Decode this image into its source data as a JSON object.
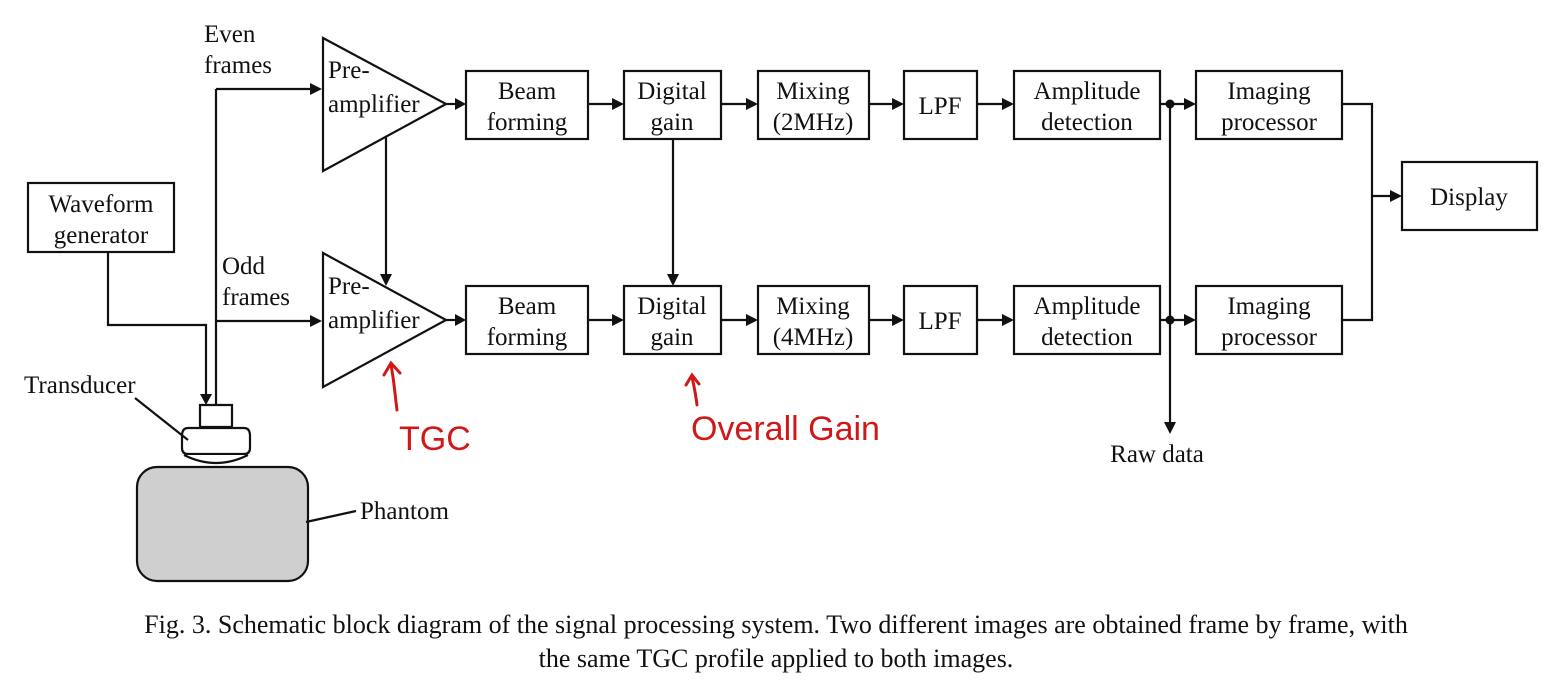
{
  "labels": {
    "even_frames_1": "Even",
    "even_frames_2": "frames",
    "odd_frames_1": "Odd",
    "odd_frames_2": "frames",
    "transducer": "Transducer",
    "phantom": "Phantom",
    "raw_data": "Raw data"
  },
  "blocks": {
    "waveform": [
      "Waveform",
      "generator"
    ],
    "preamp_top": [
      "Pre-",
      "amplifier"
    ],
    "preamp_bottom": [
      "Pre-",
      "amplifier"
    ],
    "beam_top": [
      "Beam",
      "forming"
    ],
    "beam_bottom": [
      "Beam",
      "forming"
    ],
    "gain_top": [
      "Digital",
      "gain"
    ],
    "gain_bottom": [
      "Digital",
      "gain"
    ],
    "mix_top": [
      "Mixing",
      "(2MHz)"
    ],
    "mix_bottom": [
      "Mixing",
      "(4MHz)"
    ],
    "lpf_top": "LPF",
    "lpf_bottom": "LPF",
    "amp_top": [
      "Amplitude",
      "detection"
    ],
    "amp_bottom": [
      "Amplitude",
      "detection"
    ],
    "img_top": [
      "Imaging",
      "processor"
    ],
    "img_bottom": [
      "Imaging",
      "processor"
    ],
    "display": "Display"
  },
  "annotations": {
    "tgc": "TGC",
    "overall_gain": "Overall Gain",
    "color": "#d01818"
  },
  "caption": {
    "line1": "Fig. 3.  Schematic block diagram of the signal processing system. Two different images are obtained frame by frame, with",
    "line2": "the same TGC profile applied to both images."
  }
}
